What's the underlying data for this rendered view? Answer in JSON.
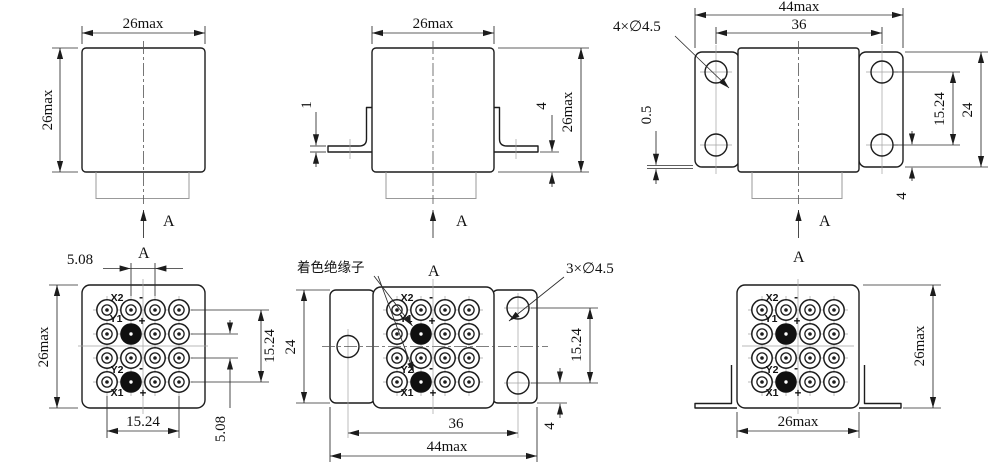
{
  "drawing": {
    "section_label": "A",
    "note_insulator": "着色绝缘子",
    "callout_4_holes": "4×∅4.5",
    "callout_3_holes": "3×∅4.5",
    "pin_labels": {
      "x2": "X2",
      "y1": "Y1",
      "y2": "Y2",
      "x1": "X1",
      "plus": "+",
      "minus": "-"
    },
    "dims": {
      "front": {
        "width": "26max",
        "height": "26max"
      },
      "front_flanged": {
        "width": "26max",
        "height": "26max",
        "foot_thickness": "1",
        "foot_offset": "4"
      },
      "front_ears": {
        "width": "44max",
        "hole_span": "36",
        "ear_flush": "0.5",
        "hole_pitch": "15.24",
        "ear_height": "24",
        "hole_edge": "4"
      },
      "bottom": {
        "pin_pitch": "5.08",
        "height": "26max",
        "row_pitch": "5.08",
        "row_span": "15.24",
        "col_span": "15.24"
      },
      "bottom_ears": {
        "ear_height": "24",
        "hole_pitch": "15.24",
        "hole_edge": "4",
        "hole_span": "36",
        "width": "44max"
      },
      "bottom_flanged": {
        "width": "26max",
        "height": "26max"
      }
    }
  }
}
